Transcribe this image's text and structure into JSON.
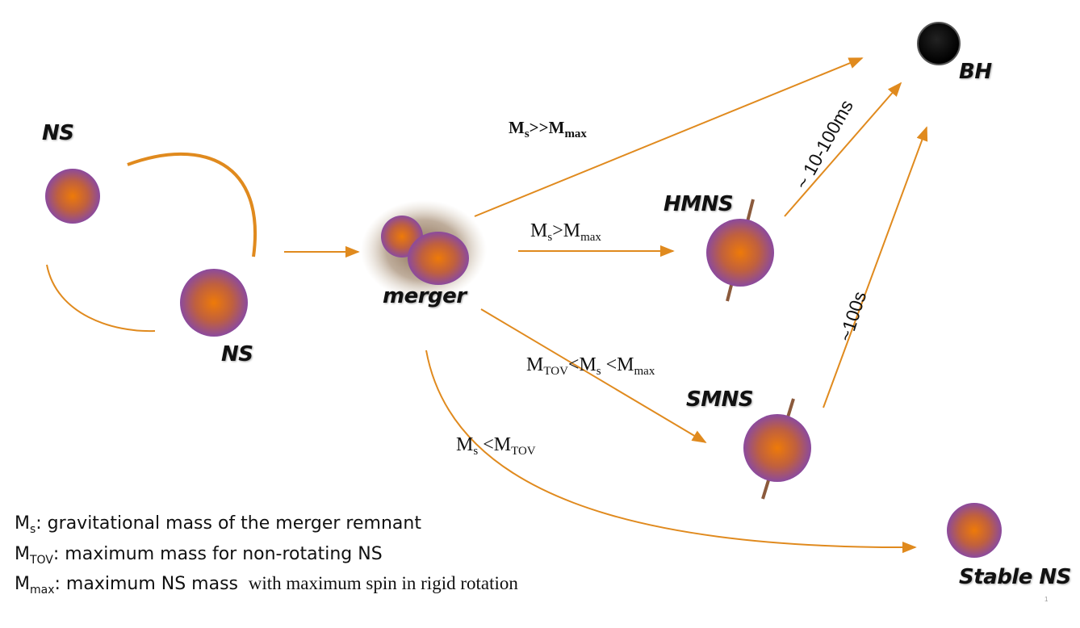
{
  "labels": {
    "ns_top": "NS",
    "ns_bottom": "NS",
    "merger": "merger",
    "hmns": "HMNS",
    "smns": "SMNS",
    "bh": "BH",
    "stable_ns": "Stable NS"
  },
  "conditions": {
    "c1": {
      "m": "M",
      "ms_sub": "s",
      "op": ">>M",
      "max_sub": "max"
    },
    "c2": {
      "m": "M",
      "ms_sub": "s",
      "op": ">M",
      "max_sub": "max"
    },
    "c3": {
      "m": "M",
      "tov_sub": "TOV",
      "mid": "<M",
      "ms_sub": "s",
      "op": " <M",
      "max_sub": "max"
    },
    "c4": {
      "m": "M",
      "ms_sub": "s",
      "op": " <M",
      "tov_sub": "TOV"
    }
  },
  "timescales": {
    "hmns_to_bh": "~ 10-100ms",
    "smns_to_bh": "~100s"
  },
  "legend": [
    {
      "sym": "M",
      "sub": "s",
      "text": ": gravitational mass of the merger remnant",
      "extra": ""
    },
    {
      "sym": "M",
      "sub": "TOV",
      "text": ": maximum mass for non-rotating NS",
      "extra": ""
    },
    {
      "sym": "M",
      "sub": "max",
      "text": ": maximum NS mass ",
      "extra": " with maximum spin in rigid rotation"
    }
  ],
  "page_number": "1",
  "colors": {
    "arrow": "#E08A1E",
    "star_core": "#E97A10",
    "star_rim": "#8A4A9A",
    "spin_axis": "#8B5A3C",
    "black_hole": "#000000"
  }
}
